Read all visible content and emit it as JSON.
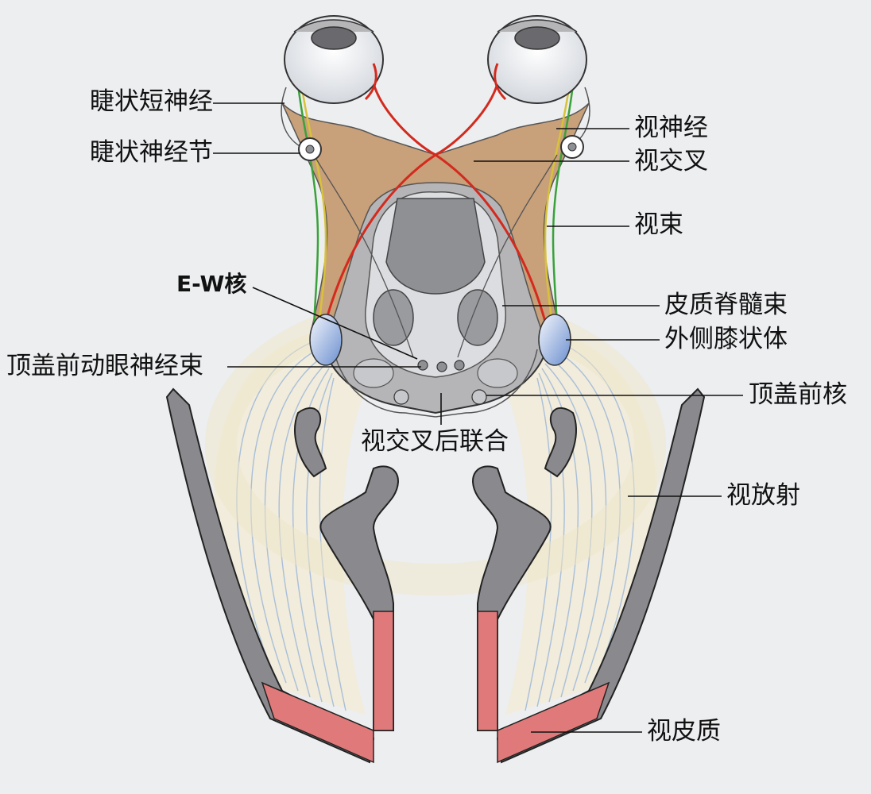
{
  "labels": {
    "ciliary_short_nerve": "睫状短神经",
    "ciliary_ganglion": "睫状神经节",
    "optic_nerve": "视神经",
    "optic_chiasm": "视交叉",
    "optic_tract": "视束",
    "ew_nucleus": "E-W核",
    "corticospinal_tract": "皮质脊髓束",
    "lateral_geniculate_body": "外侧膝状体",
    "pretectal_oculomotor_tract": "顶盖前动眼神经束",
    "pretectal_nucleus": "顶盖前核",
    "postchiasmal_commissure": "视交叉后联合",
    "optic_radiation": "视放射",
    "visual_cortex": "视皮质"
  },
  "colors": {
    "background": "#eceef0",
    "tract_fill": "#c8a07a",
    "red_fiber": "#d42a1e",
    "green_fiber": "#3aa23a",
    "yellow_fiber": "#d8c23a",
    "cortex_gray": "#8a8a8e",
    "cortex_red": "#e07a7a",
    "radiation_fill": "#f1ecdc",
    "radiation_line": "#a9bfd8",
    "brainstem_gray": "#b5b5b8",
    "lgb_blue": "#6b8fd0"
  }
}
